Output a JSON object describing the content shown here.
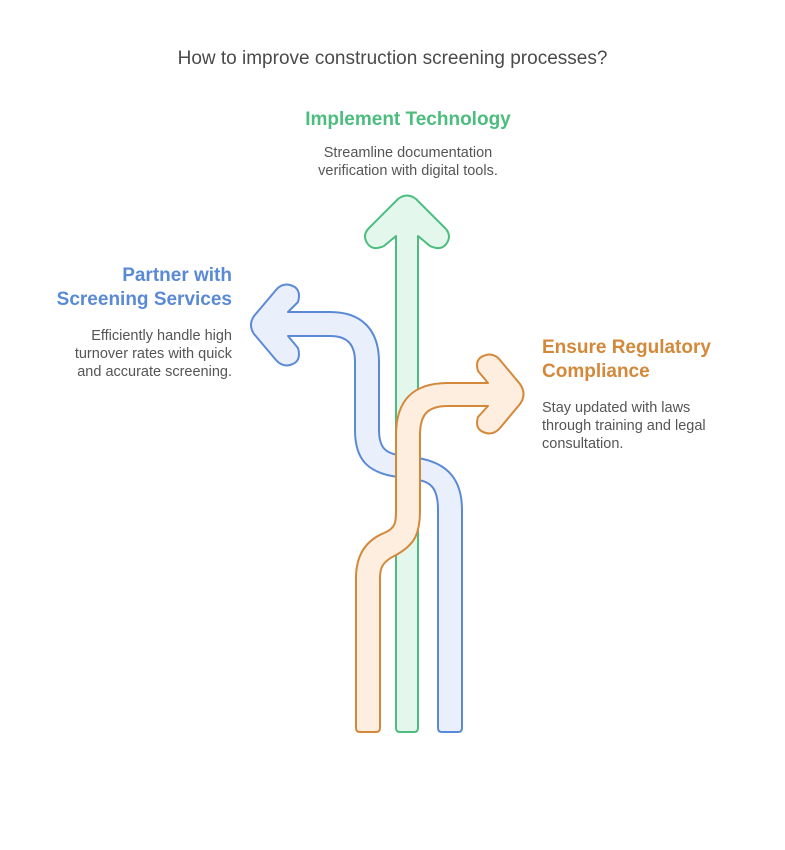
{
  "title": "How to improve construction screening processes?",
  "options": [
    {
      "id": "technology",
      "heading": [
        "Implement Technology"
      ],
      "description": [
        "Streamline documentation",
        "verification with digital tools."
      ],
      "color": "#4cbd7e",
      "fill": "#e3f7ec",
      "icon": "arrow-up-icon"
    },
    {
      "id": "partner",
      "heading": [
        "Partner with",
        "Screening Services"
      ],
      "description": [
        "Efficiently handle high",
        "turnover rates with quick",
        "and accurate screening."
      ],
      "color": "#5a8ad6",
      "fill": "#e9f0fb",
      "icon": "arrow-left-icon"
    },
    {
      "id": "regulatory",
      "heading": [
        "Ensure Regulatory",
        "Compliance"
      ],
      "description": [
        "Stay updated with laws",
        "through training and legal",
        "consultation."
      ],
      "color": "#d4883a",
      "fill": "#fdeedf",
      "icon": "arrow-right-icon"
    }
  ]
}
